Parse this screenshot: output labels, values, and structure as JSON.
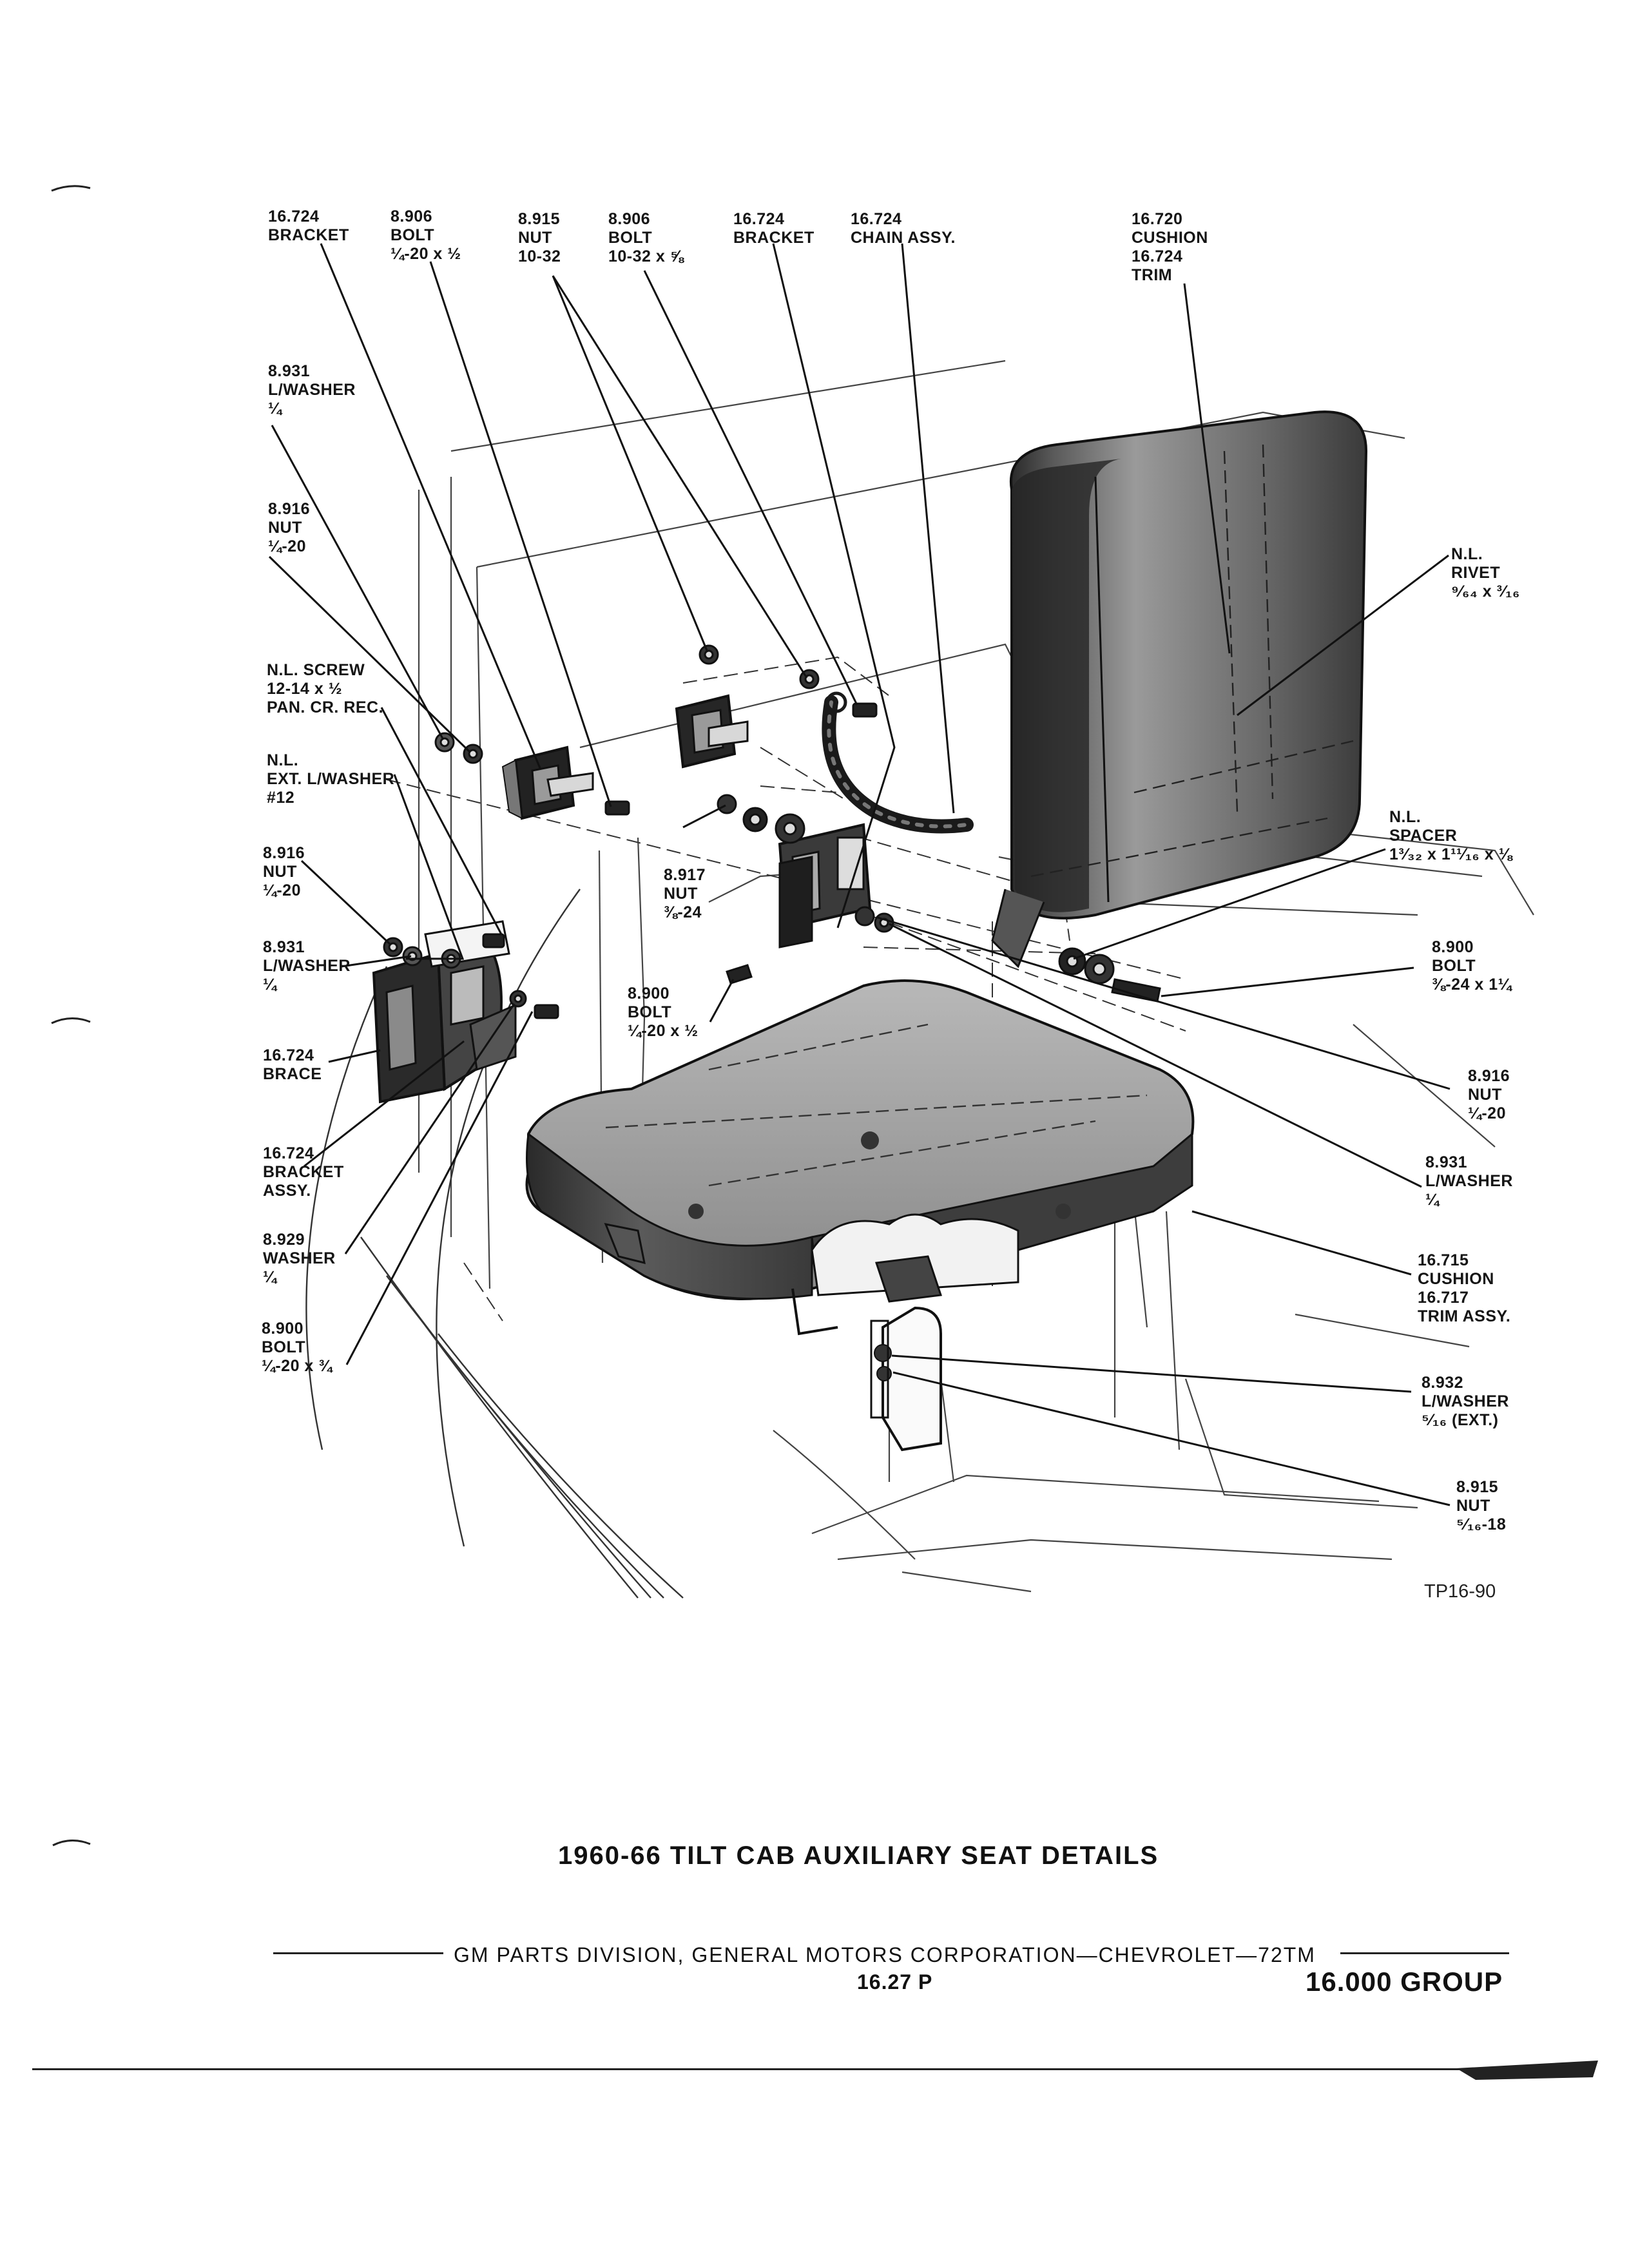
{
  "callouts": {
    "bracket_tl": [
      "16.724",
      "BRACKET"
    ],
    "bolt_quarter": [
      "8.906",
      "BOLT",
      "¼-20 x ½"
    ],
    "nut_10_32": [
      "8.915",
      "NUT",
      "10-32"
    ],
    "bolt_10_32": [
      "8.906",
      "BOLT",
      "10-32 x ⅝"
    ],
    "bracket_tm": [
      "16.724",
      "BRACKET"
    ],
    "chain": [
      "16.724",
      "CHAIN ASSY."
    ],
    "cushion_back": [
      "16.720",
      "CUSHION",
      "16.724",
      "TRIM"
    ],
    "lwasher_top": [
      "8.931",
      "L/WASHER",
      "¼"
    ],
    "nut_top": [
      "8.916",
      "NUT",
      "¼-20"
    ],
    "screw": [
      "N.L. SCREW",
      "12-14 x ½",
      "PAN. CR. REC."
    ],
    "ext_lwasher": [
      "N.L.",
      "EXT. L/WASHER",
      "#12"
    ],
    "nut_mid": [
      "8.916",
      "NUT",
      "¼-20"
    ],
    "lwasher_mid": [
      "8.931",
      "L/WASHER",
      "¼"
    ],
    "brace": [
      "16.724",
      "BRACE"
    ],
    "bracket_assy": [
      "16.724",
      "BRACKET",
      "ASSY."
    ],
    "washer": [
      "8.929",
      "WASHER",
      "¼"
    ],
    "bolt_low": [
      "8.900",
      "BOLT",
      "¼-20 x ¾"
    ],
    "nut_38": [
      "8.917",
      "NUT",
      "⅜-24"
    ],
    "bolt_half": [
      "8.900",
      "BOLT",
      "¼-20 x ½"
    ],
    "rivet": [
      "N.L.",
      "RIVET",
      "⁹⁄₆₄ x ³⁄₁₆"
    ],
    "spacer": [
      "N.L.",
      "SPACER",
      "1³⁄₃₂ x 1¹¹⁄₁₆ x ⅛"
    ],
    "bolt_38": [
      "8.900",
      "BOLT",
      "⅜-24 x 1¼"
    ],
    "nut_right": [
      "8.916",
      "NUT",
      "¼-20"
    ],
    "lwasher_right": [
      "8.931",
      "L/WASHER",
      "¼"
    ],
    "cushion_seat": [
      "16.715",
      "CUSHION",
      "16.717",
      "TRIM ASSY."
    ],
    "lwasher_ext": [
      "8.932",
      "L/WASHER",
      "⁵⁄₁₆ (EXT.)"
    ],
    "nut_516": [
      "8.915",
      "NUT",
      "⁵⁄₁₆-18"
    ]
  },
  "figure_code": "TP16-90",
  "title": "1960-66 TILT CAB AUXILIARY SEAT DETAILS",
  "footer": {
    "publisher": "GM PARTS DIVISION, GENERAL MOTORS CORPORATION—CHEVROLET—72TM",
    "page": "16.27  P",
    "group": "16.000 GROUP"
  }
}
